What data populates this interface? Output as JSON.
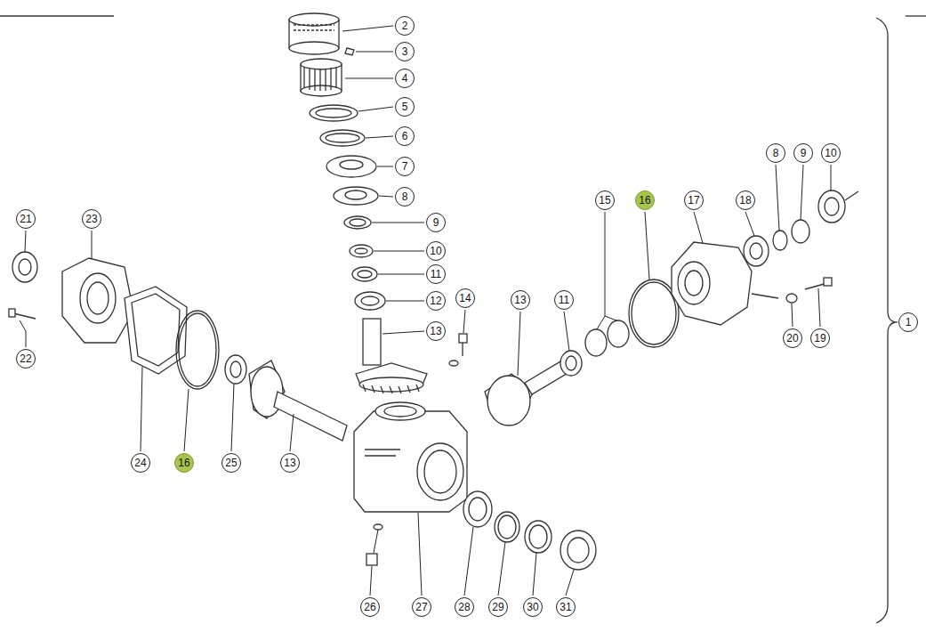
{
  "diagram": {
    "labels": [
      "2",
      "3",
      "4",
      "5",
      "6",
      "7",
      "8",
      "9",
      "10",
      "11",
      "12",
      "13",
      "14",
      "13",
      "11",
      "15",
      "16",
      "17",
      "18",
      "8",
      "9",
      "10",
      "21",
      "23",
      "22",
      "24",
      "16",
      "25",
      "13",
      "20",
      "19",
      "1",
      "26",
      "27",
      "28",
      "29",
      "30",
      "31"
    ]
  }
}
